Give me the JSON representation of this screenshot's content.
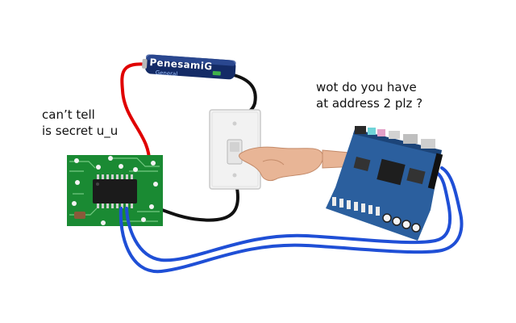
{
  "captions": {
    "left": "can’t tell\nis secret u_u",
    "right": "wot do you have\nat address 2 plz ?"
  },
  "battery": {
    "brand": "PenesamiG",
    "model": "General"
  },
  "colors": {
    "background": "#ffffff",
    "wire_red": "#e00000",
    "wire_black": "#111111",
    "wire_blue": "#1f4fd6",
    "pcb_green": "#1a8a33",
    "fpga_board": "#2b5f9e",
    "switch_plate": "#f2f2f2",
    "hand_skin": "#e8b596"
  },
  "icons": {
    "chip": "ic-chip-icon",
    "battery": "aa-battery-icon",
    "switch": "light-switch-icon",
    "hand": "pointing-hand-icon",
    "board": "fpga-board-icon"
  }
}
